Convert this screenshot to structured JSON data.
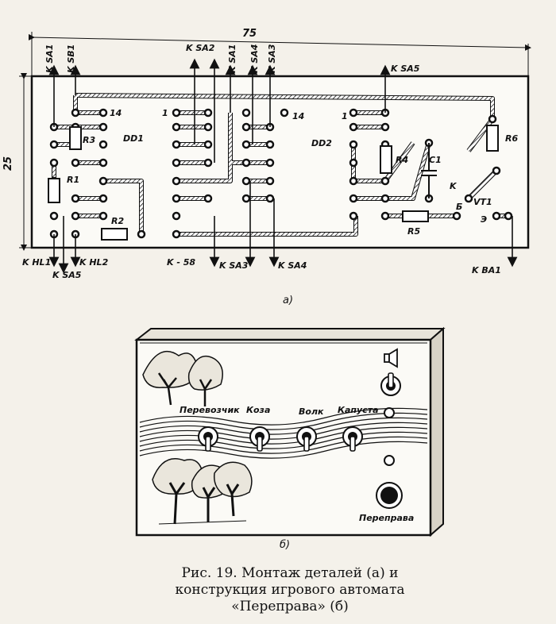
{
  "dimensions": {
    "width_mm": "75",
    "height_mm": "25"
  },
  "board_labels": {
    "top_left": [
      "K SA1",
      "K SB1"
    ],
    "sa2": "K SA2",
    "top_mid": [
      "K SA1",
      "K SA4",
      "K SA3"
    ],
    "top_right": "K SA5",
    "chips": [
      "DD1",
      "DD2"
    ],
    "pin_numbers": [
      "1",
      "14",
      "1",
      "14"
    ],
    "components": [
      "R1",
      "R2",
      "R3",
      "R4",
      "R5",
      "R6",
      "C1",
      "VT1"
    ],
    "transistor_pins": [
      "K",
      "Б",
      "Э"
    ],
    "bottom": [
      "K HL1",
      "K SA5",
      "K HL2",
      "K - 58",
      "K SA3",
      "K SA4",
      "K BA1"
    ]
  },
  "subfig_a": "а)",
  "subfig_b": "б)",
  "device_labels": {
    "switches": [
      "Перевозчик",
      "Коза",
      "Волк",
      "Капуста"
    ],
    "button": "Переправа"
  },
  "caption": {
    "line1": "Рис. 19. Монтаж деталей (а) и",
    "line2": "конструкция игрового автомата",
    "line3": "«Переправа» (б)"
  }
}
